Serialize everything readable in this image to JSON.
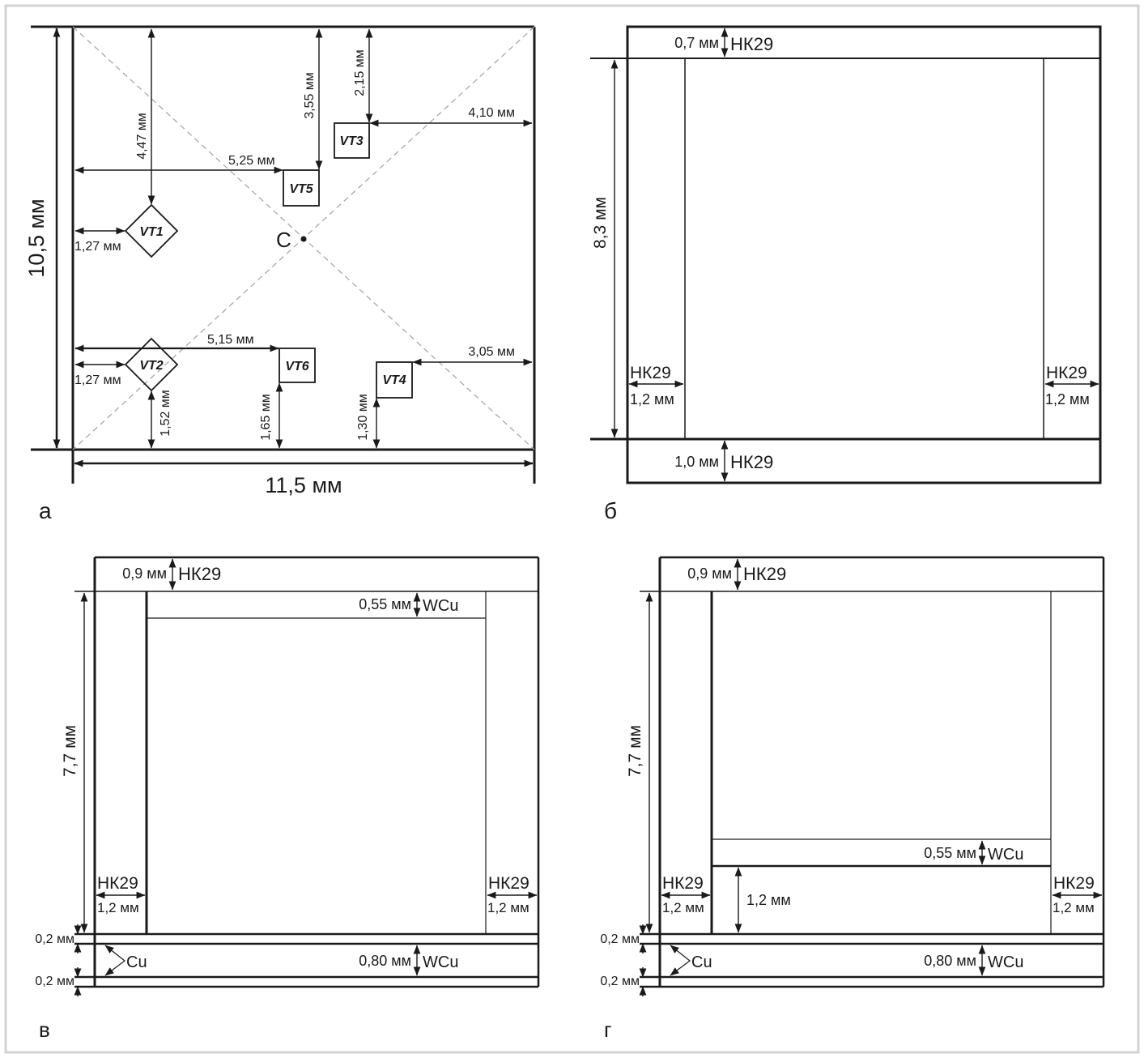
{
  "colors": {
    "frame": "#d3d3d3",
    "line": "#1a1a1a",
    "diagonal": "#a9a9a9"
  },
  "panels": {
    "a": {
      "label": "а",
      "width": "11,5 мм",
      "height": "10,5 мм",
      "center": "C",
      "transistors": {
        "vt1": "VT1",
        "vt2": "VT2",
        "vt3": "VT3",
        "vt4": "VT4",
        "vt5": "VT5",
        "vt6": "VT6"
      },
      "dims": {
        "vt1_top": "4,47 мм",
        "vt1_left": "1,27 мм",
        "vt2_left": "1,27 мм",
        "vt2_bottom": "1,52 мм",
        "vt3_top": "2,15 мм",
        "vt3_right": "4,10 мм",
        "vt4_bottom": "1,30 мм",
        "vt4_right": "3,05 мм",
        "vt5_top": "3,55 мм",
        "vt5_left": "5,25 мм",
        "vt6_left": "5,15 мм",
        "vt6_bottom": "1,65 мм"
      }
    },
    "b": {
      "label": "б",
      "top_thickness": "0,7 мм",
      "top_material": "НК29",
      "height": "8,3 мм",
      "left_material": "НК29",
      "left_thickness": "1,2 мм",
      "right_material": "НК29",
      "right_thickness": "1,2 мм",
      "bottom_thickness": "1,0 мм",
      "bottom_material": "НК29"
    },
    "v": {
      "label": "в",
      "top_thickness": "0,9 мм",
      "top_material": "НК29",
      "insert_thickness": "0,55 мм",
      "insert_material": "WCu",
      "height": "7,7 мм",
      "left_material": "НК29",
      "left_thickness": "1,2 мм",
      "right_material": "НК29",
      "right_thickness": "1,2 мм",
      "cu_top": "0,2 мм",
      "cu_bottom": "0,2 мм",
      "cu_material": "Cu",
      "base_thickness": "0,80 мм",
      "base_material": "WCu"
    },
    "g": {
      "label": "г",
      "top_thickness": "0,9 мм",
      "top_material": "НК29",
      "insert_thickness": "0,55 мм",
      "insert_material": "WCu",
      "insert_height": "1,2 мм",
      "height": "7,7 мм",
      "left_material": "НК29",
      "left_thickness": "1,2 мм",
      "right_material": "НК29",
      "right_thickness": "1,2 мм",
      "cu_top": "0,2 мм",
      "cu_bottom": "0,2 мм",
      "cu_material": "Cu",
      "base_thickness": "0,80 мм",
      "base_material": "WCu"
    }
  }
}
